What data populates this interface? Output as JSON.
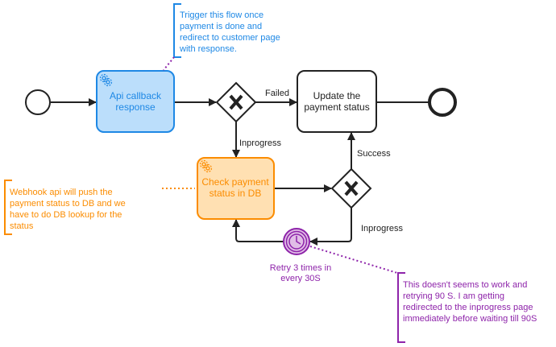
{
  "colors": {
    "blue": "#1e88e5",
    "blue_fill": "#bbdefb",
    "orange": "#fb8c00",
    "orange_fill": "#ffe0b2",
    "purple": "#8e24aa",
    "purple_fill": "#e1bee7",
    "line": "#222222"
  },
  "tasks": {
    "api_callback": {
      "line1": "Api callback",
      "line2": "response",
      "icon": "gear-icon"
    },
    "check_payment": {
      "line1": "Check payment",
      "line2": "status in DB",
      "icon": "gear-icon"
    },
    "update_status": {
      "line1": "Update the",
      "line2": "payment status"
    }
  },
  "flows": {
    "failed": "Failed",
    "inprogress_1": "Inprogress",
    "success": "Success",
    "inprogress_2": "Inprogress"
  },
  "timer": {
    "icon": "clock-icon",
    "line1": "Retry 3 times in",
    "line2": "every 30S"
  },
  "annotations": {
    "trigger": [
      "Trigger this flow once",
      "payment is done and",
      "redirect to customer page",
      "with response."
    ],
    "webhook": [
      "Webhook api will push the",
      "payment status to DB and we",
      "have to do DB lookup for the",
      "status"
    ],
    "issue": [
      "This doesn't seems to work and",
      "retrying 90 S. I am getting",
      "redirected to the inprogress page",
      "immediately before waiting till 90S"
    ]
  }
}
